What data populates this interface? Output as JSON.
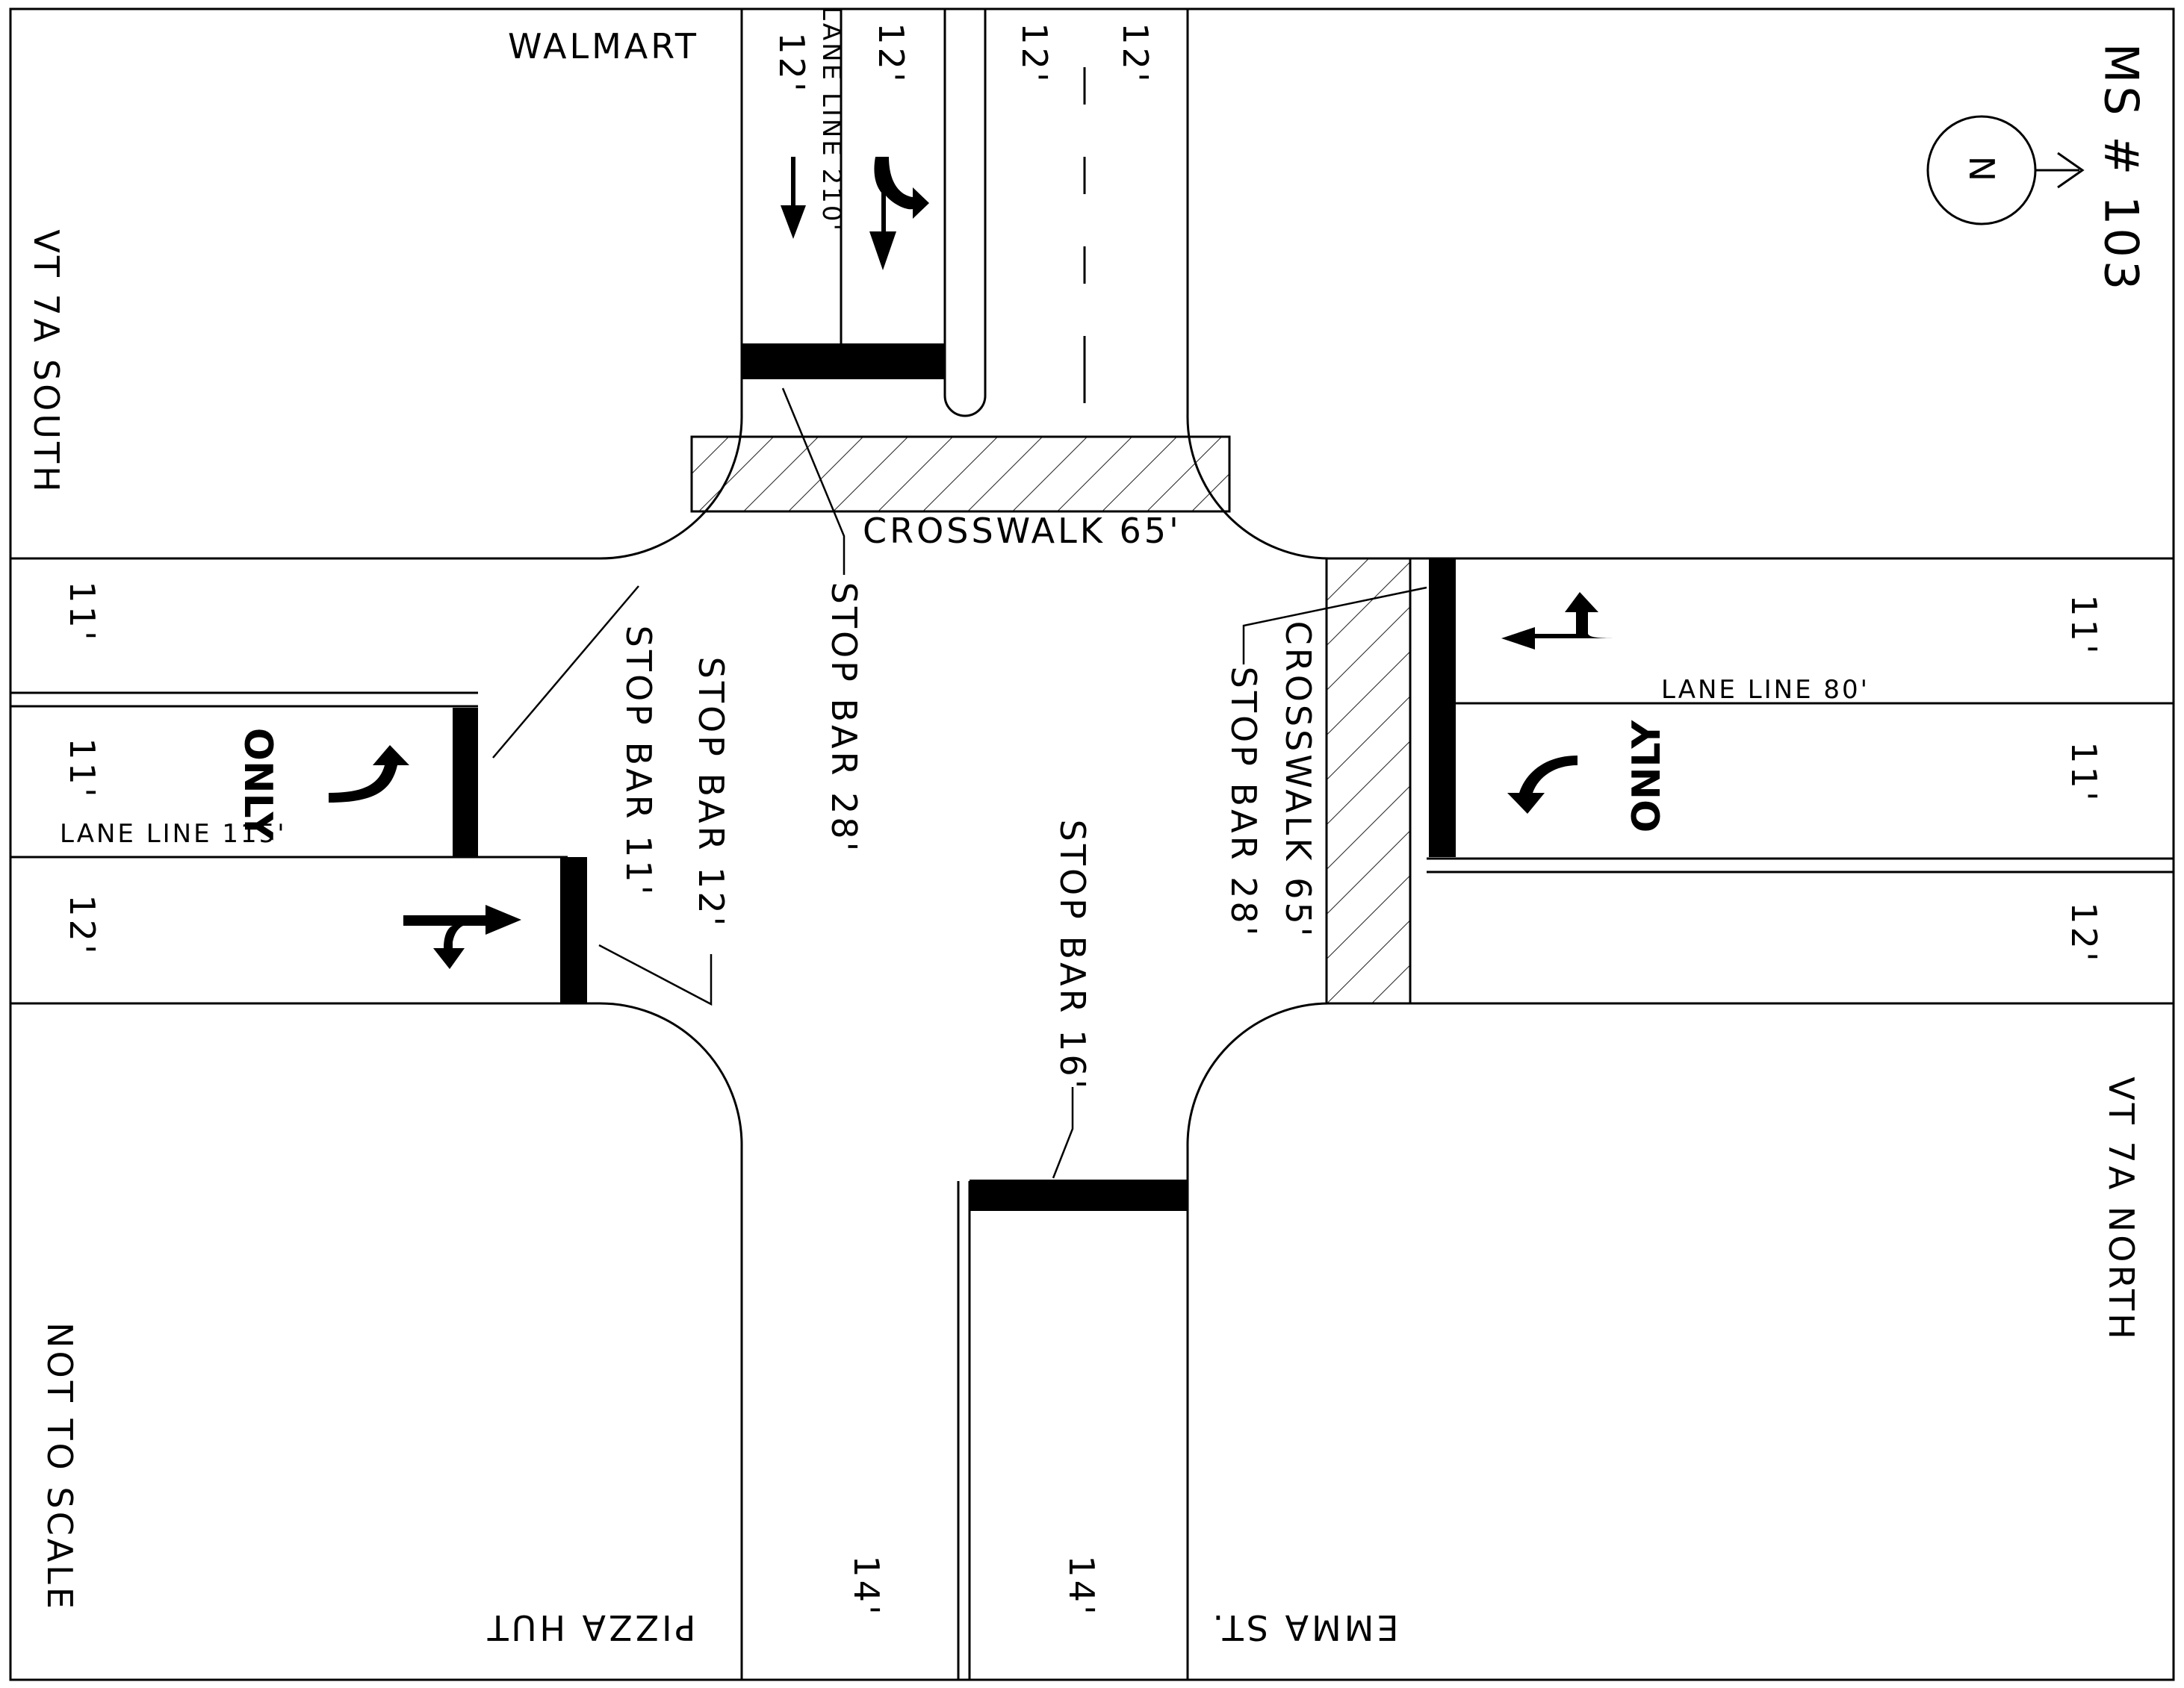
{
  "title": "MS # 103",
  "north_label": "N",
  "scale_note": "NOT TO SCALE",
  "streets": {
    "west": "VT 7A SOUTH",
    "east": "VT 7A NORTH",
    "north": "WALMART",
    "south_west": "PIZZA HUT",
    "south_east": "EMMA ST."
  },
  "lane_widths": {
    "north": [
      "12'",
      "12'",
      "12'",
      "12'"
    ],
    "west": [
      "11'",
      "11'",
      "12'"
    ],
    "east": [
      "11'",
      "11'",
      "12'"
    ],
    "south": [
      "14'",
      "14'"
    ]
  },
  "lane_lines": {
    "north": "LANE LINE 210'",
    "west": "LANE LINE 115'",
    "east": "LANE LINE 80'"
  },
  "crosswalks": {
    "north": "CROSSWALK 65'",
    "east": "CROSSWALK 65'"
  },
  "stop_bars": {
    "north": "STOP BAR 28'",
    "west_left": "STOP BAR 11'",
    "west_through": "STOP BAR 12'",
    "east": "STOP BAR 28'",
    "south": "STOP BAR 16'"
  },
  "only_marking": "ONLY"
}
